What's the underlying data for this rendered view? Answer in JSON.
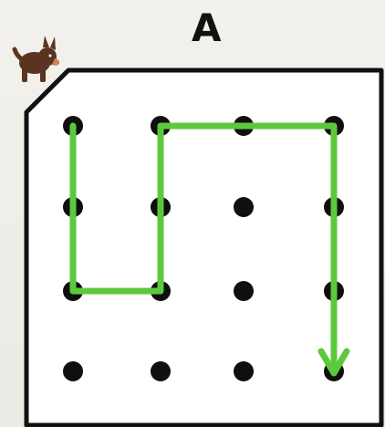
{
  "puzzle": {
    "label": "A",
    "grid_rows": 4,
    "grid_cols": 4,
    "path_color": "#5cc93d",
    "dot_color": "#0f0f0f",
    "path_cells": [
      [
        0,
        0
      ],
      [
        2,
        0
      ],
      [
        2,
        1
      ],
      [
        0,
        1
      ],
      [
        0,
        3
      ],
      [
        3,
        3
      ]
    ]
  },
  "icons": {
    "mascot": "dog-icon"
  }
}
